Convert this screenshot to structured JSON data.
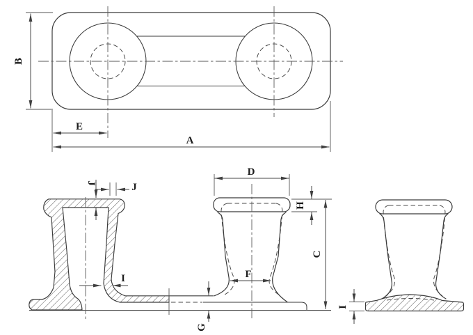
{
  "drawing": {
    "type": "technical-drawing",
    "subject": "double-bitt-bollard",
    "colors": {
      "background": "#ffffff",
      "object_line": "#3a3a3a",
      "dimension_line": "#474747",
      "text": "#1c1c1c"
    },
    "dimensions": {
      "top_view": {
        "overall_length": "A",
        "overall_width": "B",
        "post_center_offset": "E"
      },
      "section_view": {
        "cap_plate_thickness": "J",
        "top_wall_thickness": "J",
        "bottom_wall_thickness": "I"
      },
      "front_view": {
        "head_diameter": "D",
        "head_height": "H",
        "overall_height": "C",
        "waist_diameter": "F",
        "base_height": "G"
      },
      "side_view": {
        "deck_plate_thickness": "I"
      }
    }
  }
}
